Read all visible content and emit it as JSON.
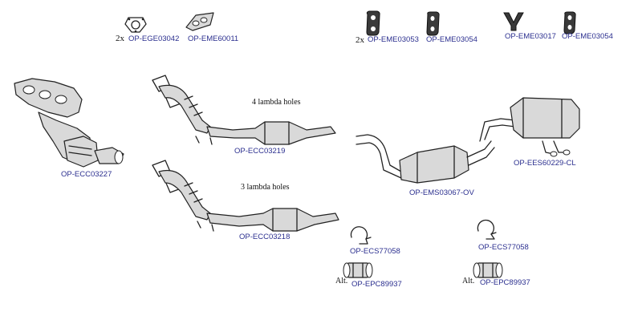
{
  "parts": {
    "egr_gasket": {
      "code": "OP-EGE03042",
      "qty": "2x",
      "icon": "triangle-gasket-icon"
    },
    "manifold_gasket": {
      "code": "OP-EME60011",
      "icon": "manifold-gasket-icon"
    },
    "hanger_a": {
      "code": "OP-EME03053",
      "qty": "2x",
      "icon": "rubber-hanger-icon"
    },
    "hanger_b": {
      "code": "OP-EME03054",
      "icon": "rubber-hanger-icon"
    },
    "hanger_c": {
      "code": "OP-EME03017",
      "icon": "rubber-strap-icon"
    },
    "hanger_d": {
      "code": "OP-EME03054",
      "icon": "rubber-hanger-icon"
    },
    "manifold_cat": {
      "code": "OP-ECC03227",
      "icon": "manifold-catalyst-icon"
    },
    "cat_4_lambda": {
      "code": "OP-ECC03219",
      "note": "4 lambda holes",
      "icon": "catalytic-converter-icon"
    },
    "cat_3_lambda": {
      "code": "OP-ECC03218",
      "note": "3 lambda holes",
      "icon": "catalytic-converter-icon"
    },
    "middle_silencer": {
      "code": "OP-EMS03067-OV",
      "icon": "middle-silencer-icon"
    },
    "rear_silencer": {
      "code": "OP-EES60229-CL",
      "icon": "rear-silencer-icon"
    },
    "clamp_left": {
      "code": "OP-ECS77058",
      "icon": "pipe-clamp-icon"
    },
    "clamp_right": {
      "code": "OP-ECS77058",
      "icon": "pipe-clamp-icon"
    },
    "connector_left": {
      "code": "OP-EPC89937",
      "alt": "Alt.",
      "icon": "pipe-connector-icon"
    },
    "connector_right": {
      "code": "OP-EPC89937",
      "alt": "Alt.",
      "icon": "pipe-connector-icon"
    }
  },
  "colors": {
    "label": "#2b2f8f",
    "line": "#222222",
    "fill": "#d9d9d9"
  }
}
